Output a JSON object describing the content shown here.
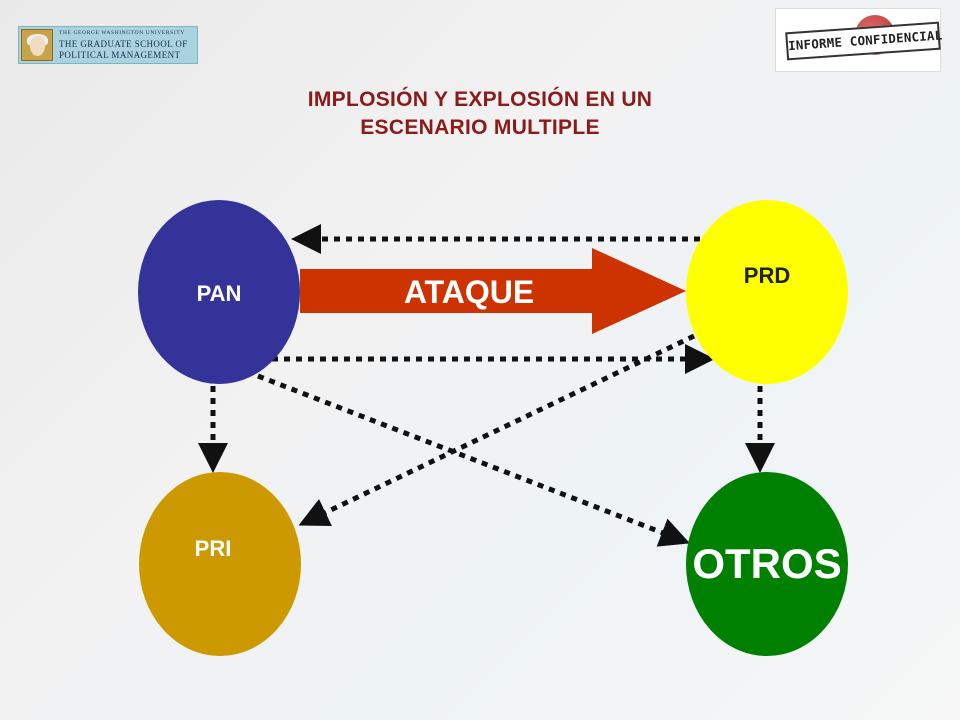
{
  "header": {
    "title_line1": "IMPLOSIÓN Y EXPLOSIÓN EN UN",
    "title_line2": "ESCENARIO MULTIPLE"
  },
  "logos": {
    "gw_line1": "THE GEORGE WASHINGTON UNIVERSITY",
    "gw_line2": "THE GRADUATE SCHOOL OF",
    "gw_line3": "POLITICAL MANAGEMENT",
    "informe": "INFORME CONFIDENCIAL"
  },
  "diagram": {
    "nodes": {
      "pan": {
        "label": "PAN",
        "color": "#333399"
      },
      "prd": {
        "label": "PRD",
        "color": "#ffff00"
      },
      "pri": {
        "label": "PRI",
        "color": "#cc9900"
      },
      "otros": {
        "label": "OTROS",
        "color": "#008000"
      }
    },
    "attack": {
      "label": "ATAQUE",
      "color": "#cc3300"
    }
  }
}
